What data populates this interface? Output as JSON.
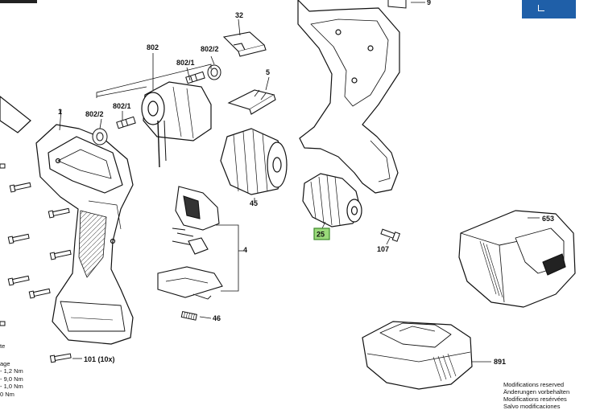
{
  "callouts": {
    "c1": "1",
    "c4": "4",
    "c5": "5",
    "c9": "9",
    "c25": "25",
    "c32": "32",
    "c45": "45",
    "c46": "46",
    "c101": "101 (10x)",
    "c107": "107",
    "c653": "653",
    "c802": "802",
    "c802_1_top": "802/1",
    "c802_2_top": "802/2",
    "c802_1_left": "802/1",
    "c802_2_left": "802/2",
    "c891": "891"
  },
  "highlighted_part": "25",
  "colors": {
    "highlight_fill": "#9ad97a",
    "highlight_stroke": "#3c8a2a",
    "brand": "#1f5fa8"
  },
  "notes": {
    "mod_en": "Modifications reserved",
    "mod_de": "Änderungen vorbehalten",
    "mod_fr": "Modifications resérvées",
    "mod_es": "Salvo modificaciones"
  },
  "edge_notes": [
    "te",
    "age",
    "- 1,2 Nm",
    "- 9,0 Nm",
    "- 1,0 Nm",
    "0 Nm"
  ]
}
